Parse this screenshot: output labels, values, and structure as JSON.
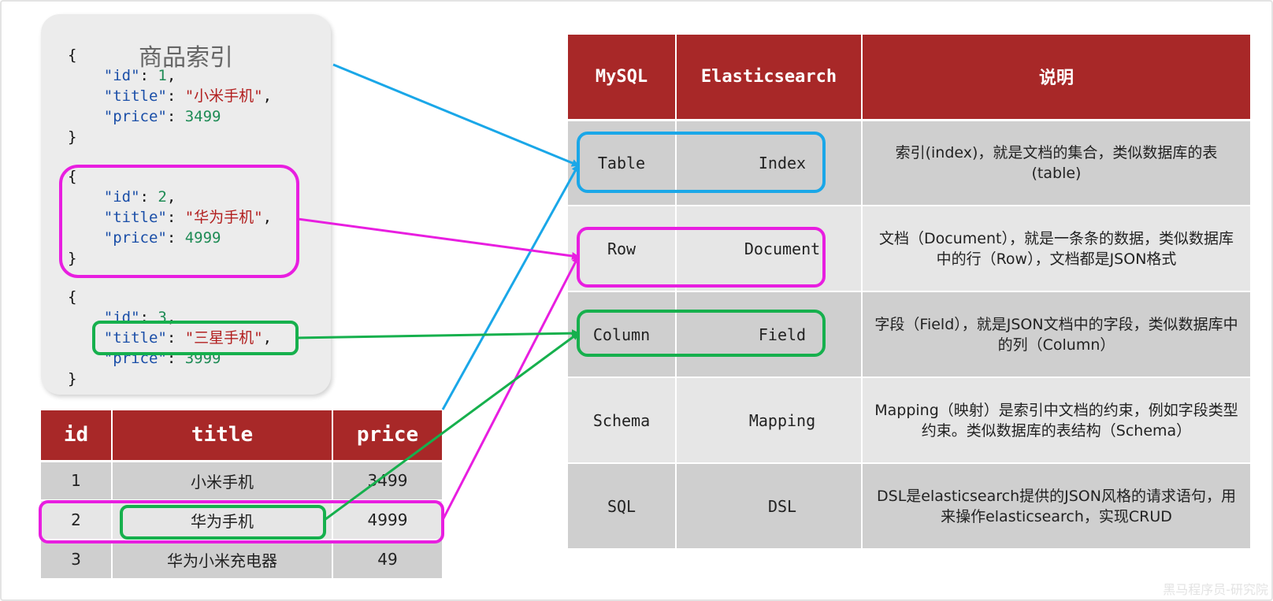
{
  "card": {
    "title": "商品索引",
    "docs": [
      {
        "id": "1",
        "title": "\"小米手机\"",
        "price": "3499"
      },
      {
        "id": "2",
        "title": "\"华为手机\"",
        "price": "4999"
      },
      {
        "id": "3",
        "title": "\"三星手机\"",
        "price": "3999"
      }
    ],
    "keys": {
      "id": "\"id\"",
      "title": "\"title\"",
      "price": "\"price\""
    }
  },
  "product_table": {
    "headers": [
      "id",
      "title",
      "price"
    ],
    "rows": [
      {
        "id": "1",
        "title": "小米手机",
        "price": "3499"
      },
      {
        "id": "2",
        "title": "华为手机",
        "price": "4999"
      },
      {
        "id": "3",
        "title": "华为小米充电器",
        "price": "49"
      }
    ]
  },
  "mapping_table": {
    "headers": [
      "MySQL",
      "Elasticsearch",
      "说明"
    ],
    "rows": [
      {
        "mysql": "Table",
        "es": "Index",
        "desc": "索引(index)，就是文档的集合，类似数据库的表(table)"
      },
      {
        "mysql": "Row",
        "es": "Document",
        "desc": "文档（Document），就是一条条的数据，类似数据库中的行（Row），文档都是JSON格式"
      },
      {
        "mysql": "Column",
        "es": "Field",
        "desc": "字段（Field），就是JSON文档中的字段，类似数据库中的列（Column）"
      },
      {
        "mysql": "Schema",
        "es": "Mapping",
        "desc": "Mapping（映射）是索引中文档的约束，例如字段类型约束。类似数据库的表结构（Schema）"
      },
      {
        "mysql": "SQL",
        "es": "DSL",
        "desc": "DSL是elasticsearch提供的JSON风格的请求语句，用来操作elasticsearch，实现CRUD"
      }
    ]
  },
  "colors": {
    "blue": "#1aa7e8",
    "magenta": "#e81ee0",
    "green": "#16b04d",
    "header": "#a82828"
  },
  "watermark": "黑马程序员-研究院"
}
